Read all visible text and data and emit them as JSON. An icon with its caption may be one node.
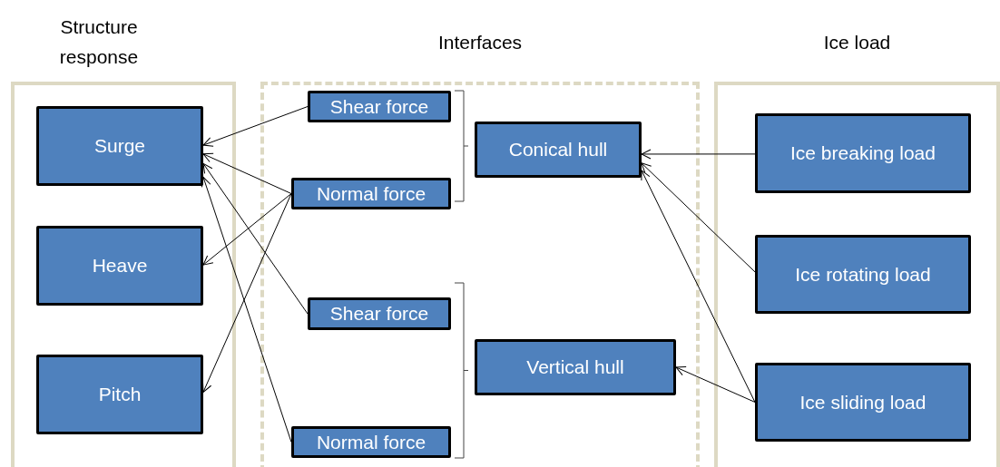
{
  "diagram": {
    "nodes": [
      {
        "text": [
          "Structure response"
        ]
      },
      {
        "text": [
          "Surge"
        ],
        "in": 0
      },
      {
        "text": [
          "Heave"
        ],
        "in": 0
      },
      {
        "text": [
          "Pitch"
        ],
        "in": 0
      },
      {
        "text": [
          "Interfaces"
        ]
      },
      {
        "text": [
          "Shear force"
        ],
        "in": 4
      },
      {
        "text": [
          "Normal force"
        ],
        "in": 4
      },
      {
        "text": [
          "Conical hull"
        ],
        "in": 4
      },
      {
        "text": [
          "Shear force"
        ],
        "in": 4
      },
      {
        "text": [
          "Normal force"
        ],
        "in": 4
      },
      {
        "text": [
          "Vertical hull"
        ],
        "in": 4
      },
      {
        "text": [
          "Ice load"
        ]
      },
      {
        "text": [
          "Ice breaking load"
        ],
        "in": 11
      },
      {
        "text": [
          "Ice rotating load"
        ],
        "in": 11
      },
      {
        "text": [
          "Ice sliding load"
        ],
        "in": 11
      }
    ],
    "edges": [
      {
        "from": 5,
        "to": 1,
        "arrow": "to"
      },
      {
        "from": 6,
        "to": 1,
        "arrow": "to"
      },
      {
        "from": 6,
        "to": 2,
        "arrow": "to"
      },
      {
        "from": 6,
        "to": 3,
        "arrow": "to"
      },
      {
        "from": 8,
        "to": 1,
        "arrow": "to"
      },
      {
        "from": 9,
        "to": 1,
        "arrow": "to"
      },
      {
        "from": 12,
        "to": 7,
        "arrow": "to"
      },
      {
        "from": 13,
        "to": 7,
        "arrow": "to"
      },
      {
        "from": 14,
        "to": 7,
        "arrow": "to"
      },
      {
        "from": 14,
        "to": 10,
        "arrow": "to"
      }
    ]
  }
}
